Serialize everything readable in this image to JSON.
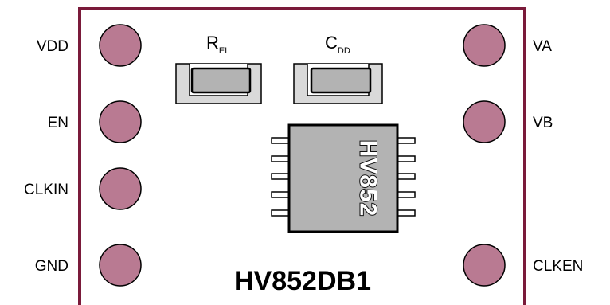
{
  "board": {
    "title": "HV852DB1",
    "outline_color": "#7a1a3a",
    "pad_color": "#b97a92",
    "chip_label": "HV852"
  },
  "pins_left": [
    {
      "label": "VDD"
    },
    {
      "label": "EN"
    },
    {
      "label": "CLKIN"
    },
    {
      "label": "GND"
    }
  ],
  "pins_right": [
    {
      "label": "VA"
    },
    {
      "label": "VB"
    },
    {
      "label": "CLKEN"
    }
  ],
  "components": {
    "rel": {
      "main": "R",
      "sub": "EL"
    },
    "cdd": {
      "main": "C",
      "sub": "DD"
    }
  }
}
